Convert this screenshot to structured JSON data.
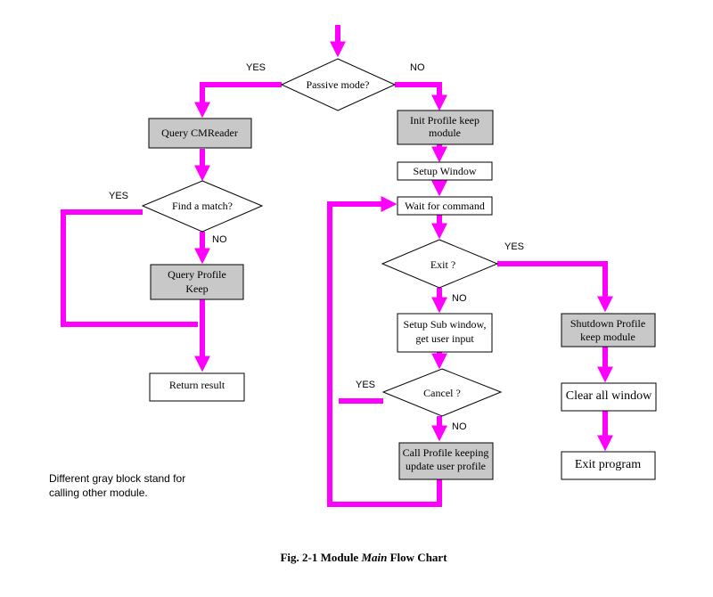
{
  "colors": {
    "flow": "#ff00ff",
    "gray_block": "#c8c8c8",
    "border": "#000000"
  },
  "nodes": {
    "passive_mode": "Passive mode?",
    "query_cmreader": "Query CMReader",
    "find_match": "Find a match?",
    "query_profile_line1": "Query Profile",
    "query_profile_line2": "Keep",
    "return_result": "Return result",
    "init_profile_line1": "Init Profile keep",
    "init_profile_line2": "module",
    "setup_window": "Setup Window",
    "wait_command": "Wait for command",
    "exit_q": "Exit ?",
    "setup_sub_line1": "Setup Sub window,",
    "setup_sub_line2": "get user input",
    "cancel_q": "Cancel ?",
    "call_profile_line1": "Call Profile keeping",
    "call_profile_line2": "update user profile",
    "shutdown_line1": "Shutdown Profile",
    "shutdown_line2": "keep module",
    "clear_all": "Clear all window",
    "exit_program": "Exit program"
  },
  "branch_labels": {
    "passive_yes": "YES",
    "passive_no": "NO",
    "match_yes": "YES",
    "match_no": "NO",
    "exit_yes": "YES",
    "exit_no": "NO",
    "cancel_yes": "YES",
    "cancel_no": "NO"
  },
  "note": {
    "line1": "Different gray block stand for",
    "line2": "calling other module."
  },
  "caption": {
    "prefix": "Fig. 2-1 Module ",
    "emphasis": "Main",
    "suffix": " Flow Chart"
  }
}
